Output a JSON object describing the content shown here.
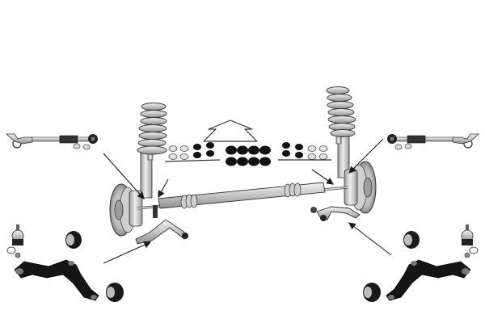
{
  "diagram": {
    "kind": "exploded front suspension parts kit",
    "colors": {
      "background": "#ffffff",
      "outline": "#222222",
      "metal_light": "#e4e4e4",
      "metal_mid": "#bdbdbd",
      "metal_dark": "#8a8a8a",
      "rubber": "#111111",
      "arrow": "#1a1a1a",
      "boot": "#cfcfcf"
    },
    "parts": [
      {
        "name": "tie-rod-assembly",
        "count": 2
      },
      {
        "name": "coil-spring-strut",
        "count": 2
      },
      {
        "name": "brake-disc",
        "count": 2
      },
      {
        "name": "stabilizer-link",
        "count": 2
      },
      {
        "name": "steering-rack",
        "count": 1
      },
      {
        "name": "ball-joint",
        "count": 2
      },
      {
        "name": "control-arm",
        "count": 2
      },
      {
        "name": "control-arm-bushing",
        "count": 4
      },
      {
        "name": "stabilizer-bushing-set",
        "count": 1
      },
      {
        "name": "direction-arrow",
        "count": 1
      }
    ]
  }
}
